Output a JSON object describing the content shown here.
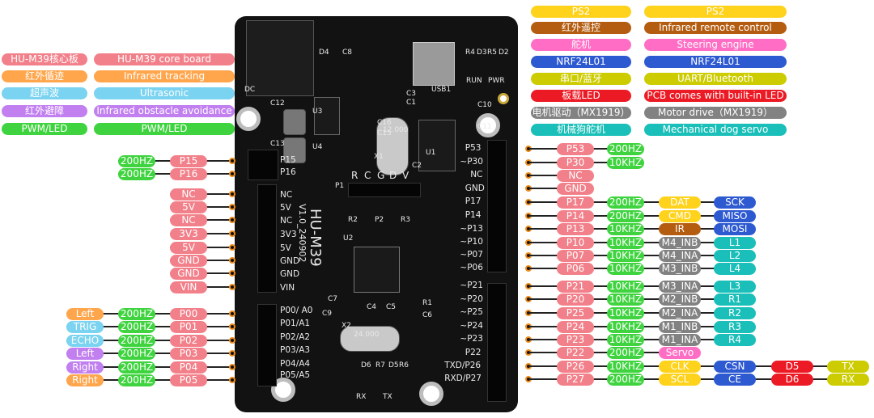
{
  "colors": {
    "pin": "#f2808a",
    "freq": "#3fd43f",
    "yellow": "#ffd21c",
    "navy": "#2d59d1",
    "teal": "#19bfb8",
    "gray": "#828282",
    "brown": "#b45d10",
    "red": "#ec1a24",
    "olive": "#cccc00",
    "pink": "#ff6ec4",
    "orange": "#ffa64d",
    "cyan": "#7ad3f0",
    "purple": "#c17ff0",
    "green": "#3fd43f"
  },
  "legend_left": [
    {
      "zh": "HU-M39核心板",
      "en": "HU-M39 core board",
      "color": "#f2808a"
    },
    {
      "zh": "红外循迹",
      "en": "Infrared tracking",
      "color": "#ffa64d"
    },
    {
      "zh": "超声波",
      "en": "Ultrasonic",
      "color": "#7ad3f0"
    },
    {
      "zh": "红外避障",
      "en": "Infrared obstacle avoidance",
      "color": "#c17ff0"
    },
    {
      "zh": "PWM/LED",
      "en": "PWM/LED",
      "color": "#3fd43f"
    }
  ],
  "legend_right": [
    {
      "zh": "PS2",
      "en": "PS2",
      "color": "#ffd21c",
      "text": "#ffffff"
    },
    {
      "zh": "红外遥控",
      "en": "Infrared remote control",
      "color": "#b45d10",
      "text": "#ffffff"
    },
    {
      "zh": "舵机",
      "en": "Steering engine",
      "color": "#ff6ec4",
      "text": "#ffffff"
    },
    {
      "zh": "NRF24L01",
      "en": "NRF24L01",
      "color": "#2d59d1",
      "text": "#ffffff"
    },
    {
      "zh": "串口/蓝牙",
      "en": "UART/Bluetooth",
      "color": "#cccc00",
      "text": "#ffffff"
    },
    {
      "zh": "板载LED",
      "en": "PCB comes with built-in LED",
      "color": "#ec1a24",
      "text": "#ffffff"
    },
    {
      "zh": "电机驱动（MX1919）",
      "en": "Motor drive（MX1919）",
      "color": "#828282",
      "text": "#ffffff"
    },
    {
      "zh": "机械狗舵机",
      "en": "Mechanical dog servo",
      "color": "#19bfb8",
      "text": "#ffffff"
    }
  ],
  "left_rows": [
    {
      "cells": [
        {
          "t": "200HZ",
          "c": "#3fd43f"
        },
        {
          "t": "P15",
          "c": "#f2808a"
        }
      ]
    },
    {
      "cells": [
        {
          "t": "200HZ",
          "c": "#3fd43f"
        },
        {
          "t": "P16",
          "c": "#f2808a"
        }
      ]
    },
    {
      "cells": [
        {
          "t": "NC",
          "c": "#f2808a"
        }
      ]
    },
    {
      "cells": [
        {
          "t": "5V",
          "c": "#f2808a"
        }
      ]
    },
    {
      "cells": [
        {
          "t": "NC",
          "c": "#f2808a"
        }
      ]
    },
    {
      "cells": [
        {
          "t": "3V3",
          "c": "#f2808a"
        }
      ]
    },
    {
      "cells": [
        {
          "t": "5V",
          "c": "#f2808a"
        }
      ]
    },
    {
      "cells": [
        {
          "t": "GND",
          "c": "#f2808a"
        }
      ]
    },
    {
      "cells": [
        {
          "t": "GND",
          "c": "#f2808a"
        }
      ]
    },
    {
      "cells": [
        {
          "t": "VIN",
          "c": "#f2808a"
        }
      ]
    },
    {
      "cells": [
        {
          "t": "Left",
          "c": "#ffa64d"
        },
        {
          "t": "200HZ",
          "c": "#3fd43f"
        },
        {
          "t": "P00",
          "c": "#f2808a"
        }
      ]
    },
    {
      "cells": [
        {
          "t": "TRIG",
          "c": "#7ad3f0"
        },
        {
          "t": "200HZ",
          "c": "#3fd43f"
        },
        {
          "t": "P01",
          "c": "#f2808a"
        }
      ]
    },
    {
      "cells": [
        {
          "t": "ECHO",
          "c": "#7ad3f0"
        },
        {
          "t": "200HZ",
          "c": "#3fd43f"
        },
        {
          "t": "P02",
          "c": "#f2808a"
        }
      ]
    },
    {
      "cells": [
        {
          "t": "Left",
          "c": "#c17ff0"
        },
        {
          "t": "200HZ",
          "c": "#3fd43f"
        },
        {
          "t": "P03",
          "c": "#f2808a"
        }
      ]
    },
    {
      "cells": [
        {
          "t": "Right",
          "c": "#c17ff0"
        },
        {
          "t": "200HZ",
          "c": "#3fd43f"
        },
        {
          "t": "P04",
          "c": "#f2808a"
        }
      ]
    },
    {
      "cells": [
        {
          "t": "Right",
          "c": "#ffa64d"
        },
        {
          "t": "200HZ",
          "c": "#3fd43f"
        },
        {
          "t": "P05",
          "c": "#f2808a"
        }
      ]
    }
  ],
  "right_rows": [
    {
      "cells": [
        {
          "t": "P53",
          "c": "#f2808a"
        },
        {
          "t": "200HZ",
          "c": "#3fd43f"
        }
      ]
    },
    {
      "cells": [
        {
          "t": "P30",
          "c": "#f2808a"
        },
        {
          "t": "10KHZ",
          "c": "#3fd43f"
        }
      ]
    },
    {
      "cells": [
        {
          "t": "NC",
          "c": "#f2808a"
        }
      ]
    },
    {
      "cells": [
        {
          "t": "GND",
          "c": "#f2808a"
        }
      ]
    },
    {
      "cells": [
        {
          "t": "P17",
          "c": "#f2808a"
        },
        {
          "t": "200HZ",
          "c": "#3fd43f"
        },
        {
          "t": "DAT",
          "c": "#ffd21c"
        },
        {
          "t": "SCK",
          "c": "#2d59d1"
        }
      ]
    },
    {
      "cells": [
        {
          "t": "P14",
          "c": "#f2808a"
        },
        {
          "t": "200HZ",
          "c": "#3fd43f"
        },
        {
          "t": "CMD",
          "c": "#ffd21c"
        },
        {
          "t": "MISO",
          "c": "#2d59d1"
        }
      ]
    },
    {
      "cells": [
        {
          "t": "P13",
          "c": "#f2808a"
        },
        {
          "t": "10KHZ",
          "c": "#3fd43f"
        },
        {
          "t": "IR",
          "c": "#b45d10"
        },
        {
          "t": "MOSI",
          "c": "#2d59d1"
        }
      ]
    },
    {
      "cells": [
        {
          "t": "P10",
          "c": "#f2808a"
        },
        {
          "t": "10KHZ",
          "c": "#3fd43f"
        },
        {
          "t": "M4_INB",
          "c": "#828282"
        },
        {
          "t": "L1",
          "c": "#19bfb8"
        }
      ]
    },
    {
      "cells": [
        {
          "t": "P07",
          "c": "#f2808a"
        },
        {
          "t": "10KHZ",
          "c": "#3fd43f"
        },
        {
          "t": "M4_INA",
          "c": "#828282"
        },
        {
          "t": "L2",
          "c": "#19bfb8"
        }
      ]
    },
    {
      "cells": [
        {
          "t": "P06",
          "c": "#f2808a"
        },
        {
          "t": "10KHZ",
          "c": "#3fd43f"
        },
        {
          "t": "M3_INB",
          "c": "#828282"
        },
        {
          "t": "L4",
          "c": "#19bfb8"
        }
      ]
    },
    {
      "cells": [
        {
          "t": "P21",
          "c": "#f2808a"
        },
        {
          "t": "10KHZ",
          "c": "#3fd43f"
        },
        {
          "t": "M3_INA",
          "c": "#828282"
        },
        {
          "t": "L3",
          "c": "#19bfb8"
        }
      ]
    },
    {
      "cells": [
        {
          "t": "P20",
          "c": "#f2808a"
        },
        {
          "t": "10KHZ",
          "c": "#3fd43f"
        },
        {
          "t": "M2_INB",
          "c": "#828282"
        },
        {
          "t": "R1",
          "c": "#19bfb8"
        }
      ]
    },
    {
      "cells": [
        {
          "t": "P25",
          "c": "#f2808a"
        },
        {
          "t": "10KHZ",
          "c": "#3fd43f"
        },
        {
          "t": "M2_INA",
          "c": "#828282"
        },
        {
          "t": "R2",
          "c": "#19bfb8"
        }
      ]
    },
    {
      "cells": [
        {
          "t": "P24",
          "c": "#f2808a"
        },
        {
          "t": "10KHZ",
          "c": "#3fd43f"
        },
        {
          "t": "M1_INB",
          "c": "#828282"
        },
        {
          "t": "R3",
          "c": "#19bfb8"
        }
      ]
    },
    {
      "cells": [
        {
          "t": "P23",
          "c": "#f2808a"
        },
        {
          "t": "10KHZ",
          "c": "#3fd43f"
        },
        {
          "t": "M1_INA",
          "c": "#828282"
        },
        {
          "t": "R4",
          "c": "#19bfb8"
        }
      ]
    },
    {
      "cells": [
        {
          "t": "P22",
          "c": "#f2808a"
        },
        {
          "t": "200HZ",
          "c": "#3fd43f"
        },
        {
          "t": "Servo",
          "c": "#ff6ec4"
        }
      ]
    },
    {
      "cells": [
        {
          "t": "P26",
          "c": "#f2808a"
        },
        {
          "t": "10KHZ",
          "c": "#3fd43f"
        },
        {
          "t": "CLK",
          "c": "#ffd21c"
        },
        {
          "t": "CSN",
          "c": "#2d59d1"
        },
        {
          "t": "D5",
          "c": "#ec1a24"
        },
        {
          "t": "TX",
          "c": "#cccc00"
        }
      ]
    },
    {
      "cells": [
        {
          "t": "P27",
          "c": "#f2808a"
        },
        {
          "t": "200HZ",
          "c": "#3fd43f"
        },
        {
          "t": "SCL",
          "c": "#ffd21c"
        },
        {
          "t": "CE",
          "c": "#2d59d1"
        },
        {
          "t": "D6",
          "c": "#ec1a24"
        },
        {
          "t": "RX",
          "c": "#cccc00"
        }
      ]
    }
  ],
  "board": {
    "name": "HU-M39",
    "version": "V1.0_240902",
    "left_labels": [
      "P15",
      "P16",
      "NC",
      "5V",
      "NC",
      "3V3",
      "5V",
      "GND",
      "GND",
      "VIN",
      "P00/ A0",
      "P01/A1",
      "P02/A2",
      "P03/A3",
      "P04/A4",
      "P05/A5"
    ],
    "right_labels": [
      "P53",
      "~P30",
      "NC",
      "GND",
      "P17",
      "P14",
      "~P13",
      "~P10",
      "~P07",
      "~P06",
      "~P21",
      "~P20",
      "~P25",
      "~P24",
      "~P23",
      "P22",
      "TXD/P26",
      "RXD/P27"
    ],
    "top_header": [
      "R",
      "C",
      "G",
      "D",
      "V"
    ],
    "misc": [
      "DC",
      "D4",
      "C8",
      "U3",
      "U4",
      "C12",
      "C13",
      "X1",
      "12.000",
      "USB1",
      "R4",
      "D3",
      "R5",
      "D2",
      "RUN",
      "PWR",
      "C3",
      "C1",
      "C10",
      "C11",
      "U1",
      "C2",
      "P1",
      "R2",
      "P2",
      "R3",
      "U2",
      "C7",
      "C9",
      "C4",
      "C5",
      "R1",
      "C6",
      "X2",
      "24.000",
      "D6",
      "R7",
      "D5",
      "R6",
      "RX",
      "TX",
      "C16",
      "C15"
    ]
  }
}
